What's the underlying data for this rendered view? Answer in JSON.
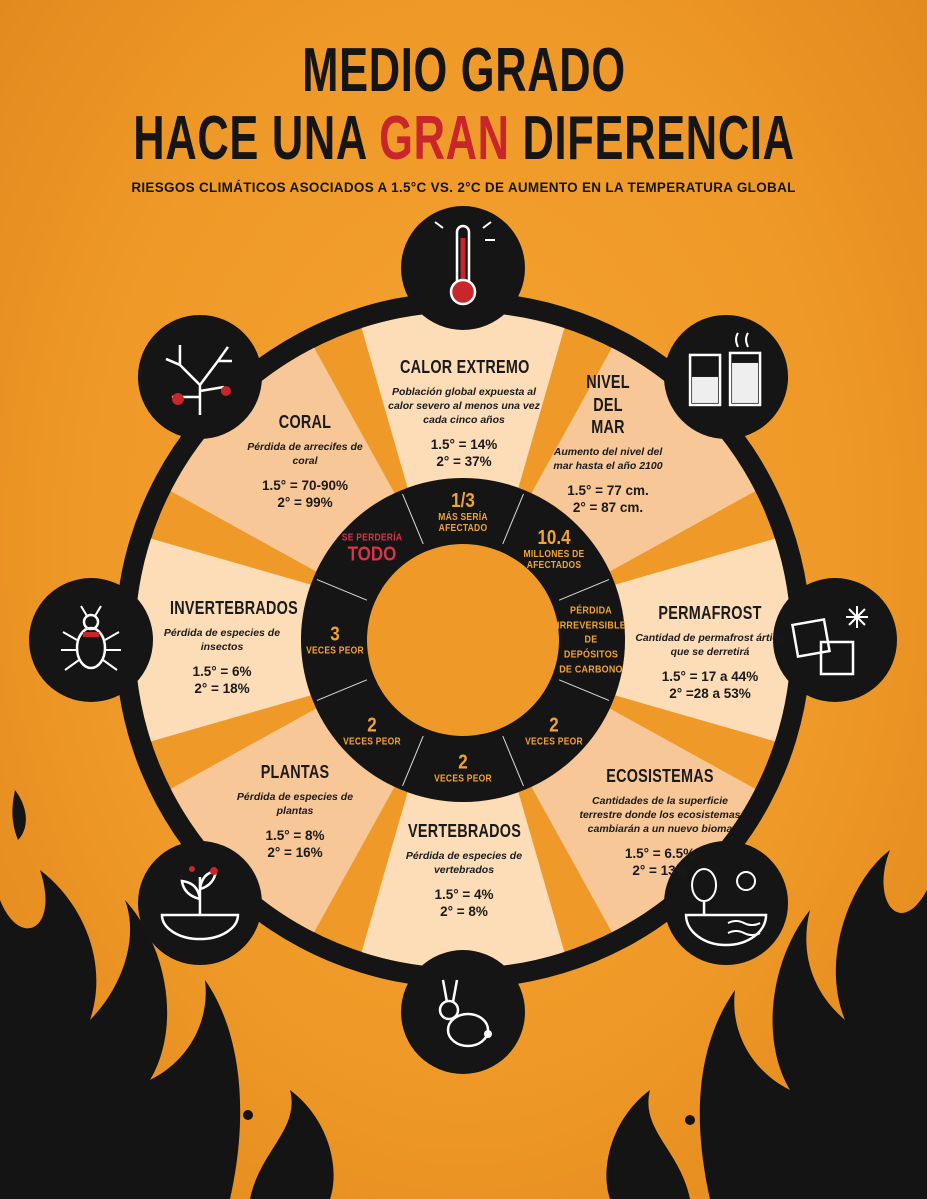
{
  "title": {
    "line1": "MEDIO GRADO",
    "line2_a": "HACE UNA ",
    "line2_b": "GRAN",
    "line2_c": " DIFERENCIA",
    "subtitle": "RIESGOS CLIMÁTICOS ASOCIADOS A 1.5°C VS. 2°C DE AUMENTO EN LA TEMPERATURA GLOBAL"
  },
  "colors": {
    "background": "#ef9a28",
    "black": "#151515",
    "accent_red": "#c8262b",
    "segment_light": "#fddcb8",
    "segment_dark": "#f8c797",
    "inner_text": "#f2a433"
  },
  "segments": [
    {
      "icon": "thermometer-icon",
      "title": "CALOR EXTREMO",
      "desc": "Población global expuesta al calor severo al menos una vez cada cinco años",
      "v15": "1.5° = 14%",
      "v2": "2° = 37%",
      "inner_num": "1/3",
      "inner_label": "MÁS SERÍA AFECTADO"
    },
    {
      "icon": "water-glasses-icon",
      "title": "NIVEL DEL MAR",
      "desc": "Aumento del nivel del mar hasta el año 2100",
      "v15": "1.5° = 77 cm.",
      "v2": "2° = 87 cm.",
      "inner_num": "10.4",
      "inner_label": "MILLONES DE AFECTADOS"
    },
    {
      "icon": "ice-cubes-icon",
      "title": "PERMAFROST",
      "desc": "Cantidad de permafrost ártico que se derretirá",
      "v15": "1.5° = 17 a 44%",
      "v2": "2° =28 a 53%",
      "inner_num": "",
      "inner_label": "PÉRDIDA IRREVERSIBLE DE DEPÓSITOS DE CARBONO"
    },
    {
      "icon": "ecosystem-icon",
      "title": "ECOSISTEMAS",
      "desc": "Cantidades de la superficie terrestre donde los ecosistemas cambiarán a un nuevo bioma",
      "v15": "1.5° = 6.5%",
      "v2": "2° = 13%",
      "inner_num": "2",
      "inner_label": "VECES PEOR"
    },
    {
      "icon": "rabbit-icon",
      "title": "VERTEBRADOS",
      "desc": "Pérdida de especies de vertebrados",
      "v15": "1.5° = 4%",
      "v2": "2° = 8%",
      "inner_num": "2",
      "inner_label": "VECES PEOR"
    },
    {
      "icon": "plant-icon",
      "title": "PLANTAS",
      "desc": "Pérdida de especies de plantas",
      "v15": "1.5° = 8%",
      "v2": "2° = 16%",
      "inner_num": "2",
      "inner_label": "VECES PEOR"
    },
    {
      "icon": "insect-icon",
      "title": "INVERTEBRADOS",
      "desc": "Pérdida de especies de insectos",
      "v15": "1.5° = 6%",
      "v2": "2° = 18%",
      "inner_num": "3",
      "inner_label": "VECES PEOR"
    },
    {
      "icon": "coral-icon",
      "title": "CORAL",
      "desc": "Pérdida de arrecifes de coral",
      "v15": "1.5° = 70-90%",
      "v2": "2° = 99%",
      "inner_num": "TODO",
      "inner_label": "SE PERDERÍA"
    }
  ]
}
